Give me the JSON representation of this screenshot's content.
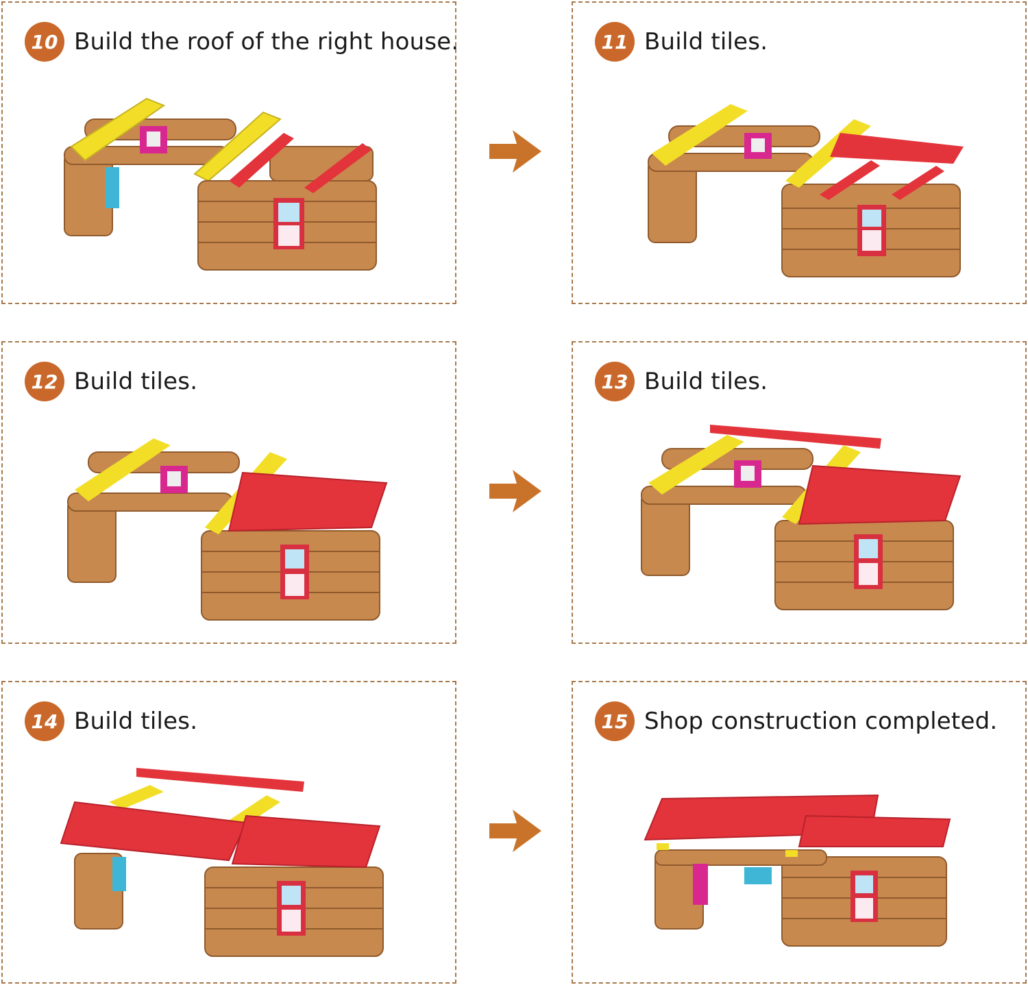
{
  "steps": [
    {
      "num": "10",
      "title": "Build the roof of the right house."
    },
    {
      "num": "11",
      "title": "Build tiles."
    },
    {
      "num": "12",
      "title": "Build tiles."
    },
    {
      "num": "13",
      "title": "Build tiles."
    },
    {
      "num": "14",
      "title": "Build tiles."
    },
    {
      "num": "15",
      "title": "Shop construction completed."
    }
  ],
  "colors": {
    "badge": "#c9682a",
    "border": "#a8774a",
    "arrow": "#c9732a",
    "log": "#c8894f",
    "log_dark": "#8f5a2c",
    "roof_red": "#e3333b",
    "beam_yellow": "#f2de27",
    "window_blue": "#3fb6d6",
    "window_pink": "#d8288f"
  },
  "icons": [
    "right-arrow-icon",
    "log-cabin-illustration"
  ]
}
